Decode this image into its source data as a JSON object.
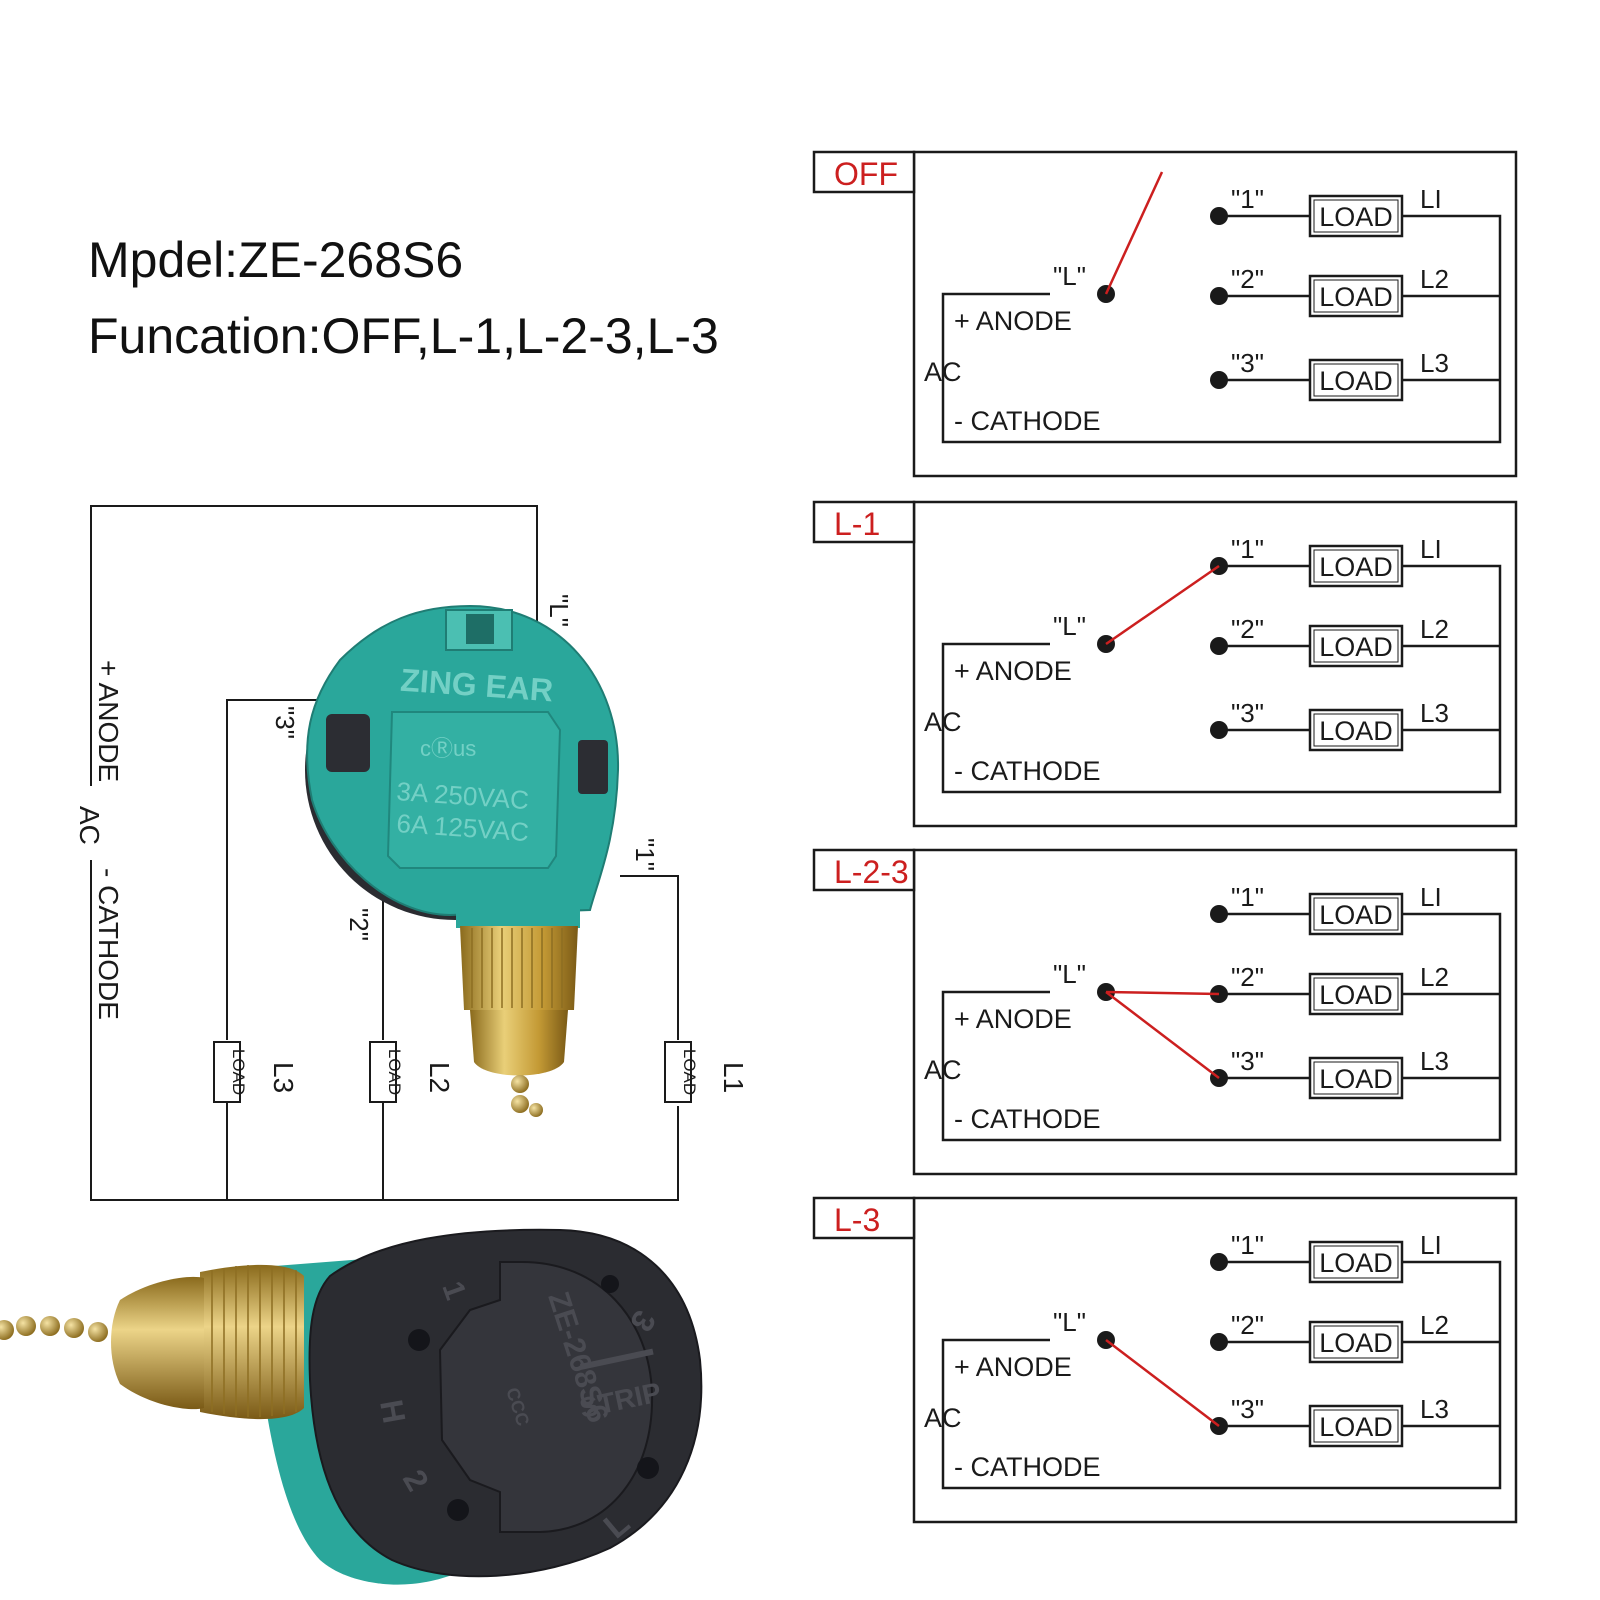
{
  "header": {
    "model": "Mpdel:ZE-268S6",
    "function": "Funcation:OFF,L-1,L-2-3,L-3"
  },
  "colors": {
    "wire": "#1a1a1a",
    "active_wire": "#cc1f1f",
    "tag_text": "#cc1f1f",
    "switch_teal": "#2aa79b",
    "switch_base": "#2b2c31",
    "brass": "#c9a53e"
  },
  "left_diagram": {
    "anode": "+ ANODE",
    "ac": "AC",
    "cathode": "- CATHODE",
    "terminal_l": "\"L\"",
    "terminal_3": "\"3\"",
    "terminal_2": "\"2\"",
    "terminal_1": "\"1\"",
    "load": "LOAD",
    "line_l3": "L3",
    "line_l2": "L2",
    "line_l1": "L1"
  },
  "switch_photo": {
    "brand": "ZING EAR",
    "cert": "cⓇus",
    "rating1": "3A 250VAC",
    "rating2": "6A 125VAC",
    "model_mark": "ZE-268S6",
    "strip": "STRIP",
    "ccc": "CCC",
    "pin_1": "1",
    "pin_2": "2",
    "pin_3": "3",
    "pin_h": "H",
    "pin_l": "L"
  },
  "states": [
    {
      "tag": "OFF",
      "common": "\"L\"",
      "anode": "+ ANODE",
      "ac": "AC",
      "cathode": "- CATHODE",
      "terminals": [
        "\"1\"",
        "\"2\"",
        "\"3\""
      ],
      "load": "LOAD",
      "lines": [
        "LI",
        "L2",
        "L3"
      ],
      "connected": []
    },
    {
      "tag": "L-1",
      "common": "\"L\"",
      "anode": "+ ANODE",
      "ac": "AC",
      "cathode": "- CATHODE",
      "terminals": [
        "\"1\"",
        "\"2\"",
        "\"3\""
      ],
      "load": "LOAD",
      "lines": [
        "LI",
        "L2",
        "L3"
      ],
      "connected": [
        1
      ]
    },
    {
      "tag": "L-2-3",
      "common": "\"L\"",
      "anode": "+ ANODE",
      "ac": "AC",
      "cathode": "- CATHODE",
      "terminals": [
        "\"1\"",
        "\"2\"",
        "\"3\""
      ],
      "load": "LOAD",
      "lines": [
        "LI",
        "L2",
        "L3"
      ],
      "connected": [
        2,
        3
      ]
    },
    {
      "tag": "L-3",
      "common": "\"L\"",
      "anode": "+ ANODE",
      "ac": "AC",
      "cathode": "- CATHODE",
      "terminals": [
        "\"1\"",
        "\"2\"",
        "\"3\""
      ],
      "load": "LOAD",
      "lines": [
        "LI",
        "L2",
        "L3"
      ],
      "connected": [
        3
      ]
    }
  ]
}
